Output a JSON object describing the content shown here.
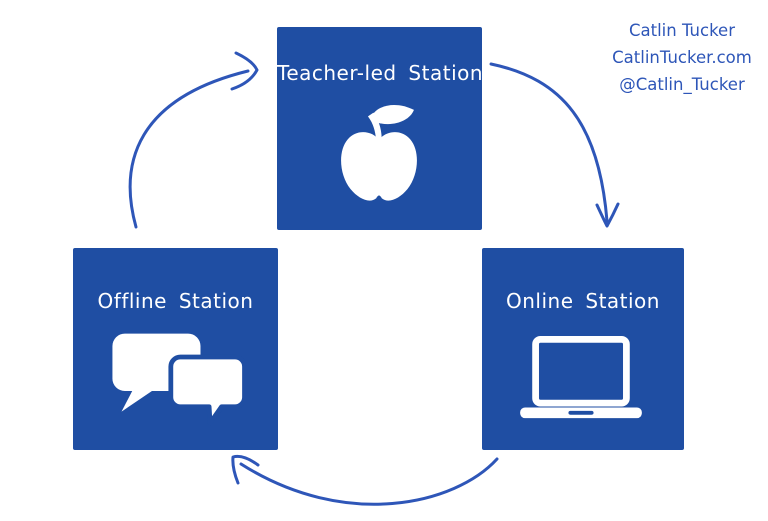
{
  "palette": {
    "station_blue": "#1f4ea3",
    "ink_blue": "#2e56b8",
    "icon_white": "#ffffff",
    "background": "#ffffff"
  },
  "credit": {
    "lines": [
      "Catlin Tucker",
      "CatlinTucker.com",
      "@Catlin_Tucker"
    ]
  },
  "stations": [
    {
      "id": "teacher-led",
      "label": "Teacher-led Station",
      "icon": "apple-icon"
    },
    {
      "id": "offline",
      "label": "Offline Station",
      "icon": "speech-bubbles-icon"
    },
    {
      "id": "online",
      "label": "Online Station",
      "icon": "laptop-icon"
    }
  ],
  "arrows": [
    {
      "from": "offline",
      "to": "teacher-led",
      "direction": "clockwise"
    },
    {
      "from": "teacher-led",
      "to": "online",
      "direction": "clockwise"
    },
    {
      "from": "online",
      "to": "offline",
      "direction": "clockwise"
    }
  ]
}
